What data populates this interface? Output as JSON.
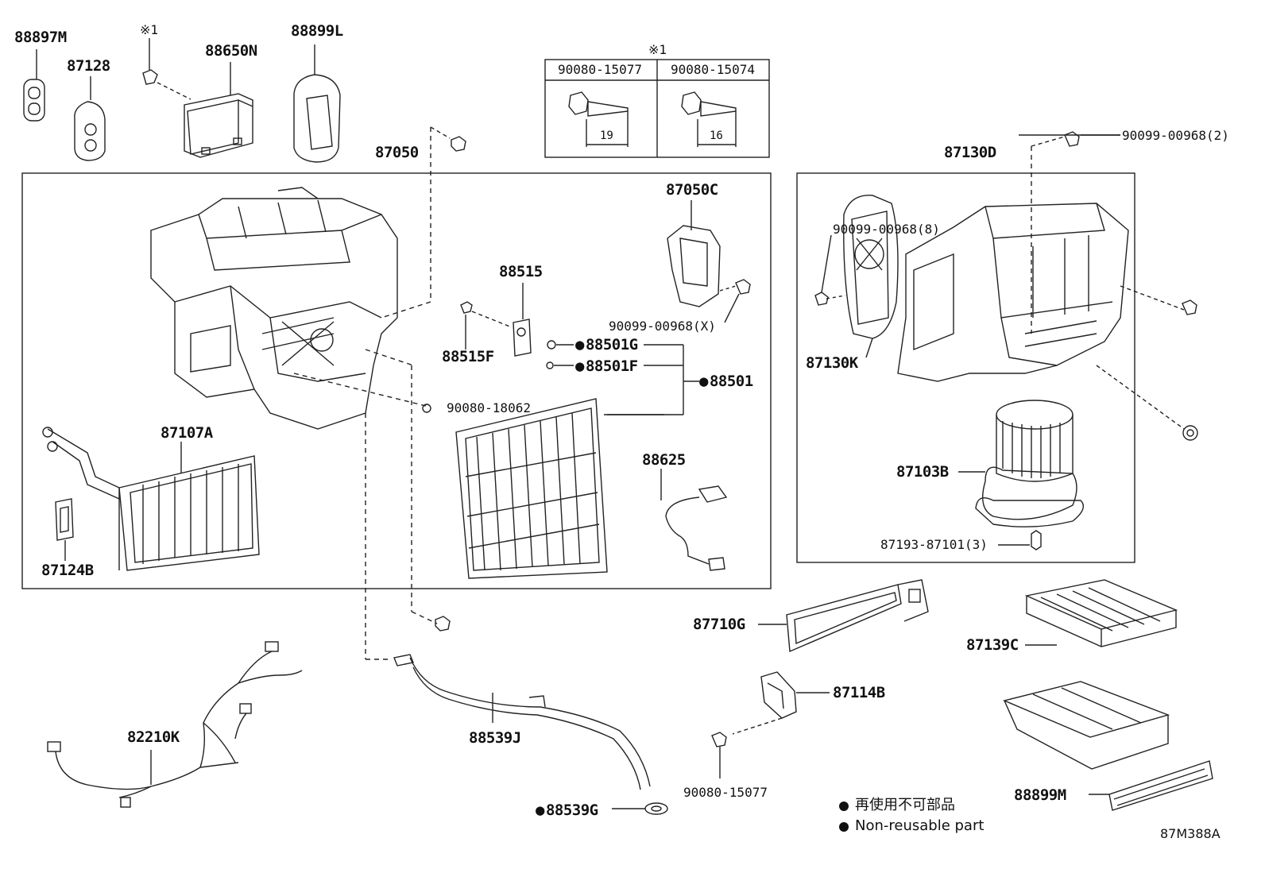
{
  "labels": {
    "p88897M": "88897M",
    "p87128": "87128",
    "note1_top": "※1",
    "p88650N": "88650N",
    "p88899L": "88899L",
    "table_note": "※1",
    "p87050": "87050",
    "p87050C": "87050C",
    "p88515": "88515",
    "p90099_x": "90099-00968(X)",
    "p88501G": "88501G",
    "p88501F": "88501F",
    "p88501": "88501",
    "p88515F": "88515F",
    "p90080_18062": "90080-18062",
    "p87107A": "87107A",
    "p87124B": "87124B",
    "p88625": "88625",
    "p87130D": "87130D",
    "p90099_2": "90099-00968(2)",
    "p90099_8": "90099-00968(8)",
    "p87130K": "87130K",
    "p87103B": "87103B",
    "p87193": "87193-87101(3)",
    "p87710G": "87710G",
    "p87139C": "87139C",
    "p87114B": "87114B",
    "p82210K": "82210K",
    "p88539J": "88539J",
    "p88539G": "88539G",
    "p90080_15077": "90080-15077",
    "p88899M": "88899M",
    "drawing_code": "87M388A"
  },
  "screw_table": {
    "col1_part": "90080-15077",
    "col1_length": "19",
    "col2_part": "90080-15074",
    "col2_length": "16"
  },
  "legend": {
    "jp": "再使用不可部品",
    "en": "Non-reusable part"
  }
}
